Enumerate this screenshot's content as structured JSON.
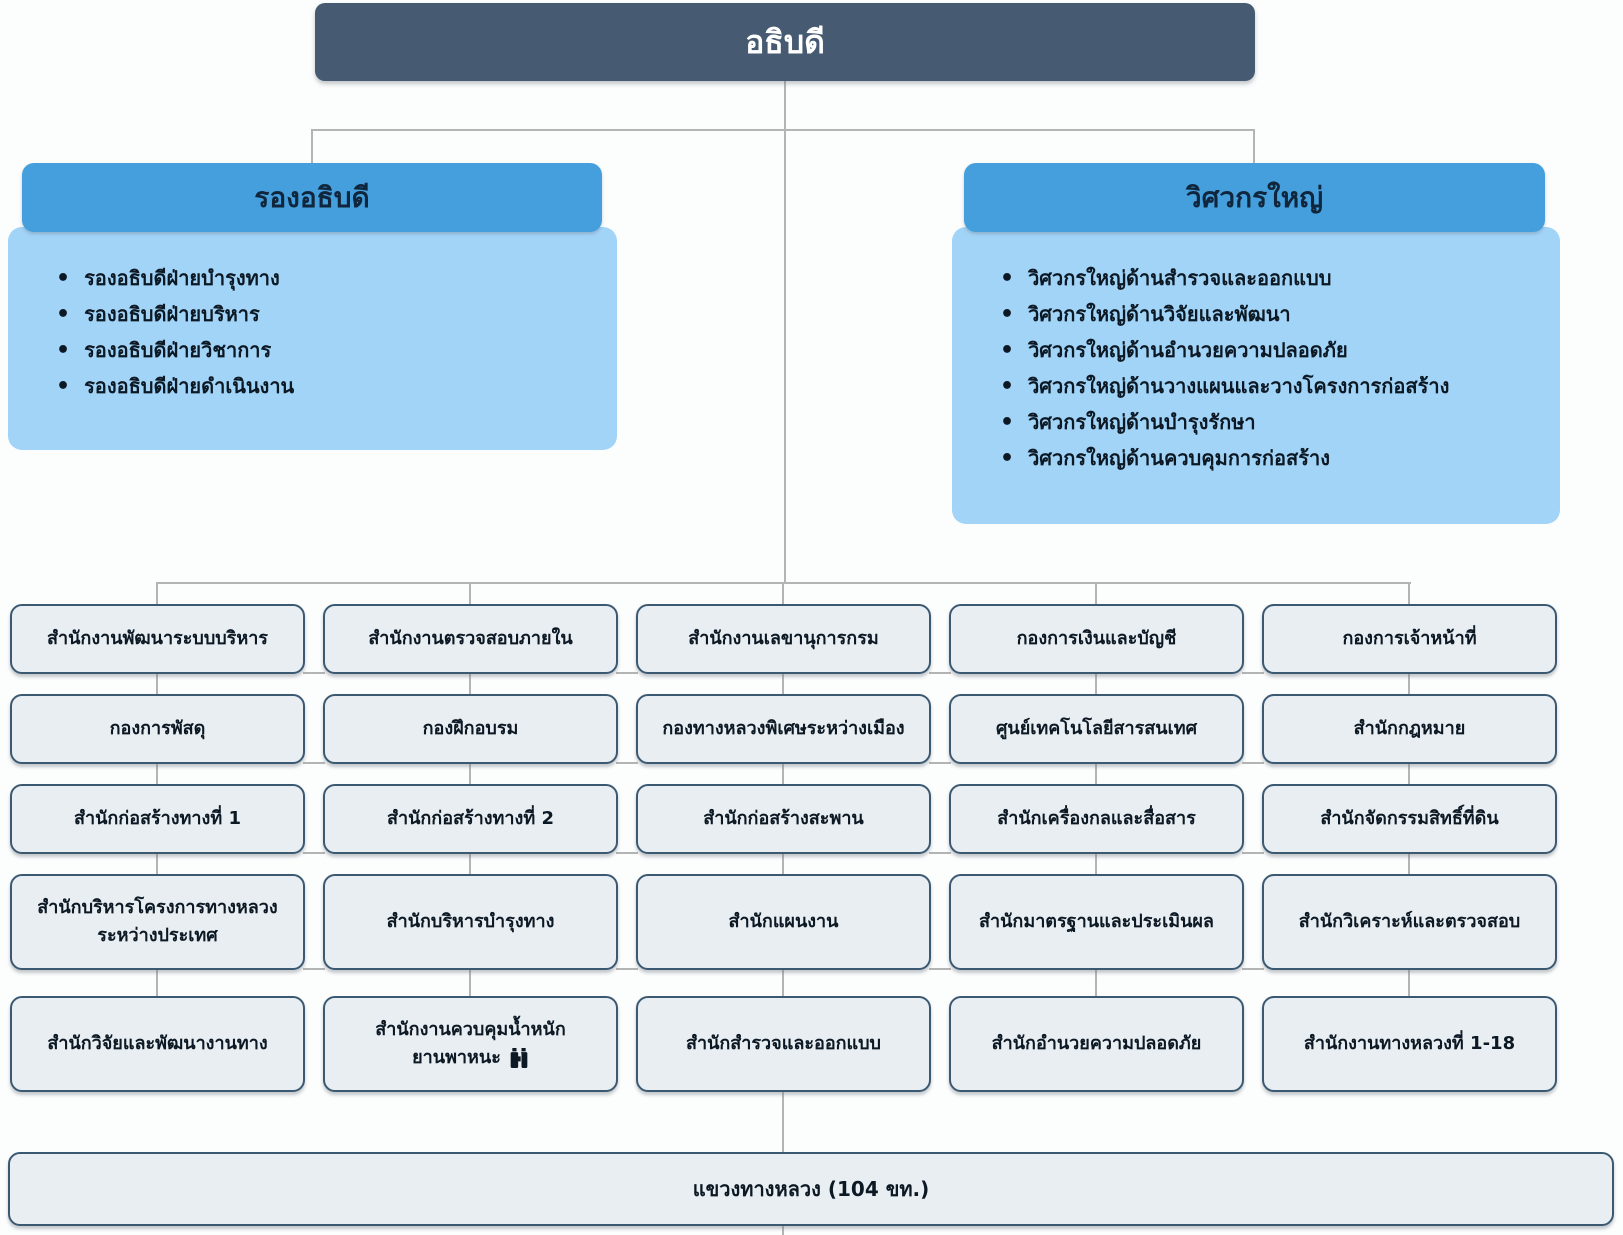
{
  "colors": {
    "root_bg": "#465b72",
    "branch_header_bg": "#459fdd",
    "branch_body_bg": "#a2d4f8",
    "box_bg": "#e9eef2",
    "box_border": "#3c5972",
    "line": "#b4b4b4",
    "ink": "#0c1924",
    "header_ink": "#10263c"
  },
  "root": {
    "label": "อธิบดี"
  },
  "branches": [
    {
      "title": "รองอธิบดี",
      "items": [
        "รองอธิบดีฝ่ายบำรุงทาง",
        "รองอธิบดีฝ่ายบริหาร",
        "รองอธิบดีฝ่ายวิชาการ",
        "รองอธิบดีฝ่ายดำเนินงาน"
      ]
    },
    {
      "title": "วิศวกรใหญ่",
      "items": [
        "วิศวกรใหญ่ด้านสำรวจและออกแบบ",
        "วิศวกรใหญ่ด้านวิจัยและพัฒนา",
        "วิศวกรใหญ่ด้านอำนวยความปลอดภัย",
        "วิศวกรใหญ่ด้านวางแผนและวางโครงการก่อสร้าง",
        "วิศวกรใหญ่ด้านบำรุงรักษา",
        "วิศวกรใหญ่ด้านควบคุมการก่อสร้าง"
      ]
    }
  ],
  "grid": {
    "rows": [
      {
        "cells": [
          {
            "label": "สำนักงานพัฒนาระบบบริหาร"
          },
          {
            "label": "สำนักงานตรวจสอบภายใน"
          },
          {
            "label": "สำนักงานเลขานุการกรม"
          },
          {
            "label": "กองการเงินและบัญชี"
          },
          {
            "label": "กองการเจ้าหน้าที่"
          }
        ]
      },
      {
        "cells": [
          {
            "label": "กองการพัสดุ"
          },
          {
            "label": "กองฝึกอบรม"
          },
          {
            "label": "กองทางหลวงพิเศษระหว่างเมือง"
          },
          {
            "label": "ศูนย์เทคโนโลยีสารสนเทศ"
          },
          {
            "label": "สำนักกฎหมาย"
          }
        ]
      },
      {
        "cells": [
          {
            "label": "สำนักก่อสร้างทางที่ 1"
          },
          {
            "label": "สำนักก่อสร้างทางที่ 2"
          },
          {
            "label": "สำนักก่อสร้างสะพาน"
          },
          {
            "label": "สำนักเครื่องกลและสื่อสาร"
          },
          {
            "label": "สำนักจัดกรรมสิทธิ์ที่ดิน"
          }
        ]
      },
      {
        "cells": [
          {
            "label": "สำนักบริหารโครงการทางหลวง",
            "label2": "ระหว่างประเทศ"
          },
          {
            "label": "สำนักบริหารบำรุงทาง"
          },
          {
            "label": "สำนักแผนงาน"
          },
          {
            "label": "สำนักมาตรฐานและประเมินผล"
          },
          {
            "label": "สำนักวิเคราะห์และตรวจสอบ"
          }
        ]
      },
      {
        "cells": [
          {
            "label": "สำนักวิจัยและพัฒนางานทาง"
          },
          {
            "label": "สำนักงานควบคุมน้ำหนัก",
            "label2": "ยานพาหนะ",
            "icon": "binoculars-icon"
          },
          {
            "label": "สำนักสำรวจและออกแบบ"
          },
          {
            "label": "สำนักอำนวยความปลอดภัย"
          },
          {
            "label": "สำนักงานทางหลวงที่ 1-18"
          }
        ]
      }
    ]
  },
  "bottom": {
    "label": "แขวงทางหลวง (104 ขท.)"
  }
}
